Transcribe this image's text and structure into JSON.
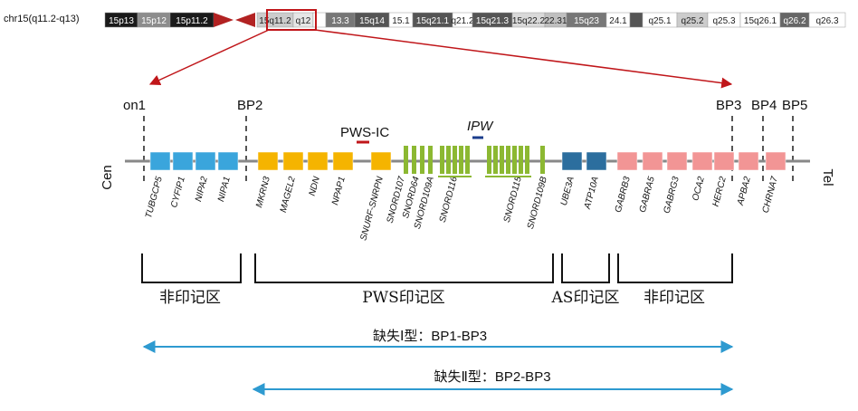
{
  "ideogram": {
    "label": "chr15(q11.2-q13)",
    "bands": [
      {
        "name": "15p13",
        "color": "#1a1a1a",
        "text": "light"
      },
      {
        "name": "15p12",
        "color": "#8c8c8c",
        "text": "light"
      },
      {
        "name": "15p11.2",
        "color": "#1a1a1a",
        "text": "light"
      },
      {
        "name": "",
        "color": "#ffffff",
        "text": "dark"
      },
      {
        "name": "15q11.2",
        "color": "#cccccc",
        "text": "dark"
      },
      {
        "name": "q12",
        "color": "#e6e6e6",
        "text": "dark"
      },
      {
        "name": "",
        "color": "#ffffff",
        "text": "dark"
      },
      {
        "name": "13.3",
        "color": "#777777",
        "text": "light"
      },
      {
        "name": "15q14",
        "color": "#555555",
        "text": "light"
      },
      {
        "name": "15.1",
        "color": "#ffffff",
        "text": "dark"
      },
      {
        "name": "15q21.1",
        "color": "#555555",
        "text": "light"
      },
      {
        "name": "q21.2",
        "color": "#ffffff",
        "text": "dark"
      },
      {
        "name": "15q21.3",
        "color": "#555555",
        "text": "light"
      },
      {
        "name": "15q22.2",
        "color": "#d9d9d9",
        "text": "dark"
      },
      {
        "name": "22.31",
        "color": "#bfbfbf",
        "text": "dark"
      },
      {
        "name": "15q23",
        "color": "#777777",
        "text": "light"
      },
      {
        "name": "24.1",
        "color": "#ffffff",
        "text": "dark"
      },
      {
        "name": "",
        "color": "#555555",
        "text": "light"
      },
      {
        "name": "q25.1",
        "color": "#ffffff",
        "text": "dark"
      },
      {
        "name": "q25.2",
        "color": "#cccccc",
        "text": "dark"
      },
      {
        "name": "q25.3",
        "color": "#ffffff",
        "text": "dark"
      },
      {
        "name": "15q26.1",
        "color": "#ffffff",
        "text": "dark"
      },
      {
        "name": "q26.2",
        "color": "#666666",
        "text": "light"
      },
      {
        "name": "q26.3",
        "color": "#ffffff",
        "text": "dark"
      }
    ]
  },
  "breakpoints": [
    "on1",
    "BP2",
    "BP3",
    "BP4",
    "BP5"
  ],
  "ends": {
    "left": "Cen",
    "right": "Tel"
  },
  "markers": {
    "pws_ic": "PWS-IC",
    "ipw": "IPW"
  },
  "genes": [
    {
      "name": "TUBGCP5",
      "kind": "block",
      "color": "#3aa5dc"
    },
    {
      "name": "CYFIP1",
      "kind": "block",
      "color": "#3aa5dc"
    },
    {
      "name": "NIPA2",
      "kind": "block",
      "color": "#3aa5dc"
    },
    {
      "name": "NIPA1",
      "kind": "block",
      "color": "#3aa5dc"
    },
    {
      "name": "MKRN3",
      "kind": "block",
      "color": "#f5b400"
    },
    {
      "name": "MAGEL2",
      "kind": "block",
      "color": "#f5b400"
    },
    {
      "name": "NDN",
      "kind": "block",
      "color": "#f5b400"
    },
    {
      "name": "NPAP1",
      "kind": "block",
      "color": "#f5b400"
    },
    {
      "name": "SNURF-SNRPN",
      "kind": "block",
      "color": "#f5b400"
    },
    {
      "name": "SNORD107",
      "kind": "bars",
      "color": "#8cb832"
    },
    {
      "name": "SNORD64",
      "kind": "bars",
      "color": "#8cb832"
    },
    {
      "name": "SNORD109A",
      "kind": "bars",
      "color": "#8cb832"
    },
    {
      "name": "SNORD116",
      "kind": "bars",
      "color": "#8cb832"
    },
    {
      "name": "SNORD115",
      "kind": "bars",
      "color": "#8cb832"
    },
    {
      "name": "SNORD109B",
      "kind": "bars",
      "color": "#8cb832"
    },
    {
      "name": "UBE3A",
      "kind": "block",
      "color": "#2c6e9e"
    },
    {
      "name": "ATP10A",
      "kind": "block",
      "color": "#2c6e9e"
    },
    {
      "name": "GABRB3",
      "kind": "block",
      "color": "#f29595"
    },
    {
      "name": "GABRA5",
      "kind": "block",
      "color": "#f29595"
    },
    {
      "name": "GABRG3",
      "kind": "block",
      "color": "#f29595"
    },
    {
      "name": "OCA2",
      "kind": "block",
      "color": "#f29595"
    },
    {
      "name": "HERC2",
      "kind": "block",
      "color": "#f29595"
    },
    {
      "name": "APBA2",
      "kind": "block",
      "color": "#f29595"
    },
    {
      "name": "CHRNA7",
      "kind": "block",
      "color": "#f29595"
    }
  ],
  "regions": [
    "非印记区",
    "PWS印记区",
    "AS印记区",
    "非印记区"
  ],
  "deletions": [
    "缺失Ⅰ型：BP1-BP3",
    "缺失Ⅱ型：BP2-BP3"
  ],
  "colors": {
    "highlight": "#c0161a",
    "arrow_line": "#2e9ad0",
    "chromosome": "#888888",
    "pws_ic_mark": "#c0161a",
    "ipw_mark": "#1b3d8c"
  }
}
